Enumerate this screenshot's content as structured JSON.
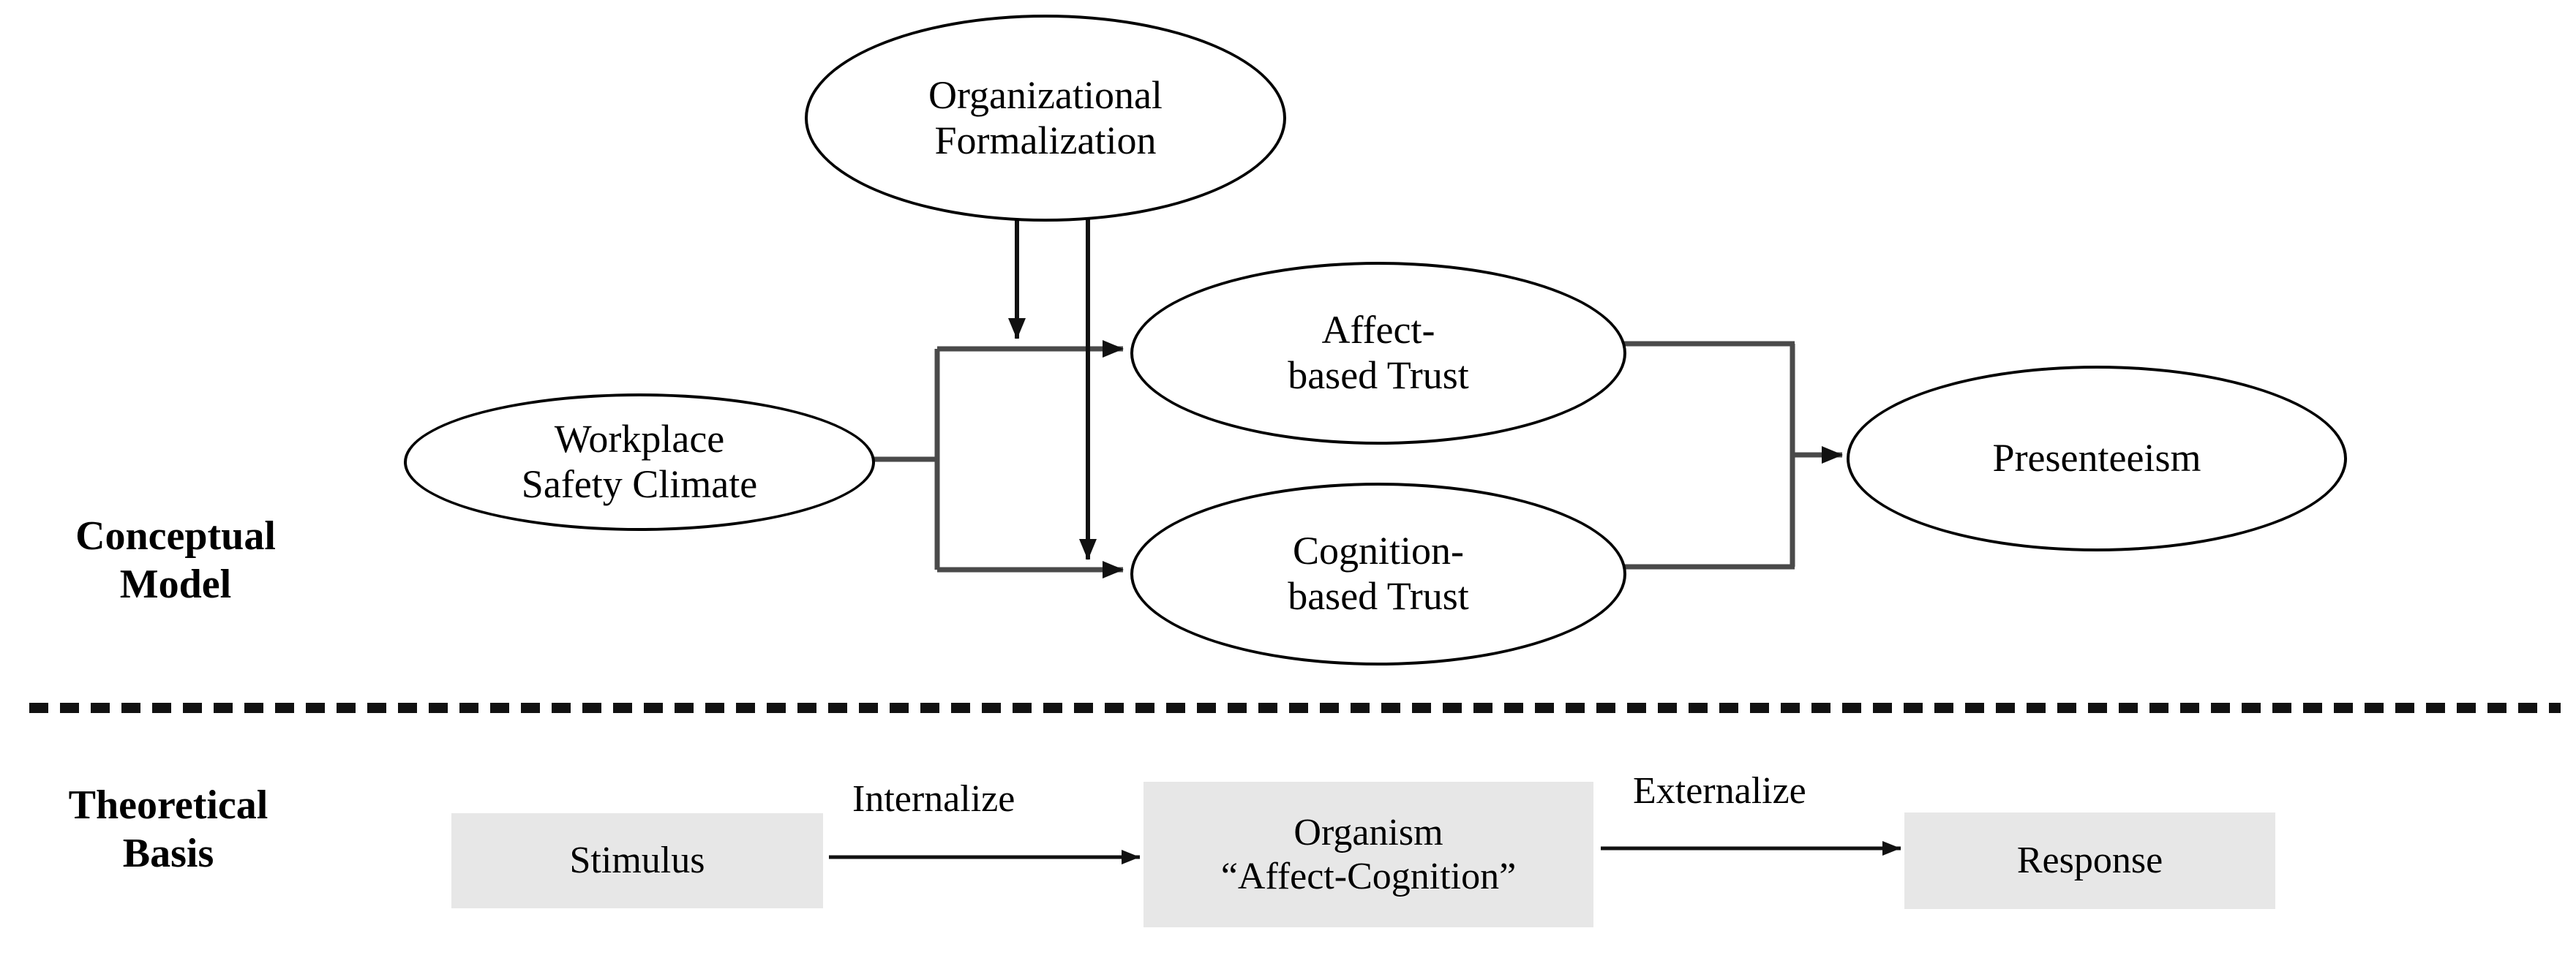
{
  "figure": {
    "background": "#ffffff",
    "line_color": "#3a3a3a",
    "stroke_color": "#000000",
    "box_fill": "#e7e7e7"
  },
  "sections": {
    "conceptual": {
      "label": "Conceptual\nModel"
    },
    "theoretical": {
      "label": "Theoretical\nBasis"
    }
  },
  "conceptual_model": {
    "nodes": {
      "organizational_formalization": {
        "label": "Organizational\nFormalization",
        "shape": "ellipse"
      },
      "workplace_safety_climate": {
        "label": "Workplace\nSafety Climate",
        "shape": "ellipse"
      },
      "affect_based_trust": {
        "label": "Affect-\nbased Trust",
        "shape": "ellipse"
      },
      "cognition_based_trust": {
        "label": "Cognition-\nbased Trust",
        "shape": "ellipse"
      },
      "presenteeism": {
        "label": "Presenteeism",
        "shape": "ellipse"
      }
    },
    "edges": [
      {
        "from": "workplace_safety_climate",
        "to": "affect_based_trust",
        "label": ""
      },
      {
        "from": "workplace_safety_climate",
        "to": "cognition_based_trust",
        "label": ""
      },
      {
        "from": "organizational_formalization",
        "to": "affect_based_trust",
        "label": "",
        "type": "moderator"
      },
      {
        "from": "organizational_formalization",
        "to": "cognition_based_trust",
        "label": "",
        "type": "moderator"
      },
      {
        "from": "affect_based_trust",
        "to": "presenteeism",
        "label": ""
      },
      {
        "from": "cognition_based_trust",
        "to": "presenteeism",
        "label": ""
      }
    ]
  },
  "theoretical_basis": {
    "nodes": {
      "stimulus": {
        "label": "Stimulus",
        "shape": "rect"
      },
      "organism": {
        "label": "Organism\n“Affect-Cognition”",
        "shape": "rect"
      },
      "response": {
        "label": "Response",
        "shape": "rect"
      }
    },
    "edges": [
      {
        "from": "stimulus",
        "to": "organism",
        "label": "Internalize"
      },
      {
        "from": "organism",
        "to": "response",
        "label": "Externalize"
      }
    ],
    "edge_labels": {
      "internalize": "Internalize",
      "externalize": "Externalize"
    }
  },
  "divider": {
    "style": "dashed"
  }
}
